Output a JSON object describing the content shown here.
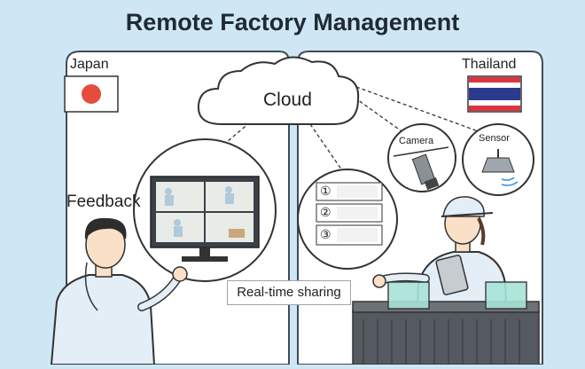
{
  "title": "Remote Factory Management",
  "left_region": {
    "country": "Japan",
    "flag": "japan-flag"
  },
  "right_region": {
    "country": "Thailand",
    "flag": "thailand-flag"
  },
  "cloud": {
    "label": "Cloud"
  },
  "feedback_label": "Feedback",
  "devices": {
    "camera_label": "Camera",
    "sensor_label": "Sensor"
  },
  "sharing_label": "Real-time sharing",
  "steps": [
    "①",
    "②",
    "③"
  ],
  "colors": {
    "background": "#cfe6f5",
    "panel": "#ffffff",
    "japan_red": "#e64c3c",
    "thai_red": "#d9343f",
    "thai_blue": "#2a3a8c",
    "uniform": "#e3eef7",
    "conveyor": "#555a60",
    "glass": "#a8e3d8"
  }
}
